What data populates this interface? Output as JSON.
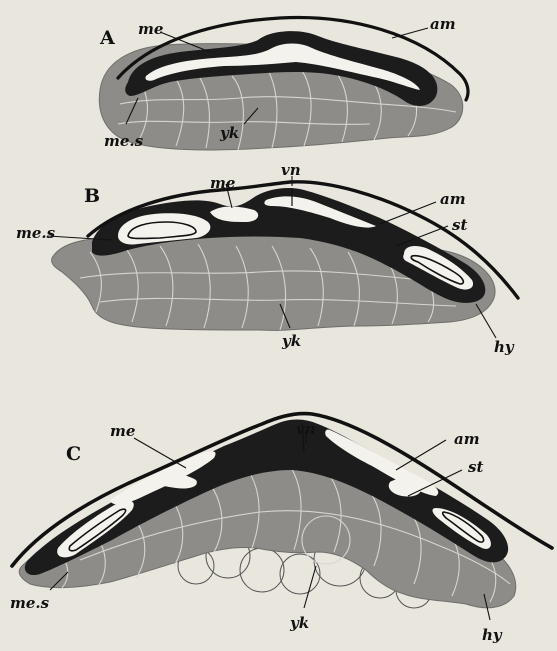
{
  "panels": [
    {
      "id": "A",
      "letter": "A",
      "labels": {
        "me": "me",
        "am": "am",
        "mes": "me.s",
        "yk": "yk"
      }
    },
    {
      "id": "B",
      "letter": "B",
      "labels": {
        "vn": "vn",
        "me": "me",
        "am": "am",
        "mes": "me.s",
        "st": "st",
        "yk": "yk",
        "hy": "hy"
      }
    },
    {
      "id": "C",
      "letter": "C",
      "labels": {
        "vn": "vn",
        "me": "me",
        "am": "am",
        "st": "st",
        "mes": "me.s",
        "yk": "yk",
        "hy": "hy"
      }
    }
  ],
  "colors": {
    "background": "#e9e6de",
    "yolk": "#8d8c89",
    "mesoderm": "#1c1c1c",
    "cell_lines": "#d7d5cf",
    "ink": "#111111"
  }
}
